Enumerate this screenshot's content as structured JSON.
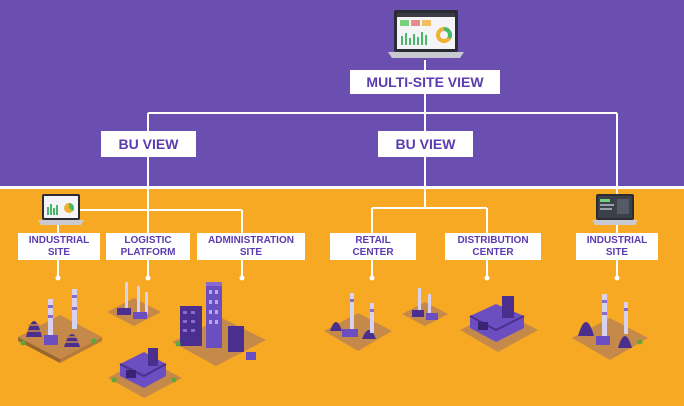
{
  "top": {
    "label": "MULTI-SITE VIEW"
  },
  "bu": [
    {
      "label": "BU VIEW"
    },
    {
      "label": "BU VIEW"
    }
  ],
  "sites": [
    {
      "label": "INDUSTRIAL\nSITE"
    },
    {
      "label": "LOGISTIC\nPLATFORM"
    },
    {
      "label": "ADMINISTRATION\nSITE"
    },
    {
      "label": "RETAIL\nCENTER"
    },
    {
      "label": "DISTRIBUTION\nCENTER"
    },
    {
      "label": "INDUSTRIAL\nSITE"
    }
  ],
  "icons": [
    "laptop-dashboard-icon",
    "industrial-plant-icon",
    "warehouse-icon",
    "office-towers-icon",
    "store-icon"
  ],
  "colors": {
    "purple": "#6a4fb0",
    "orange": "#f8a923",
    "label_text": "#5b3bb0"
  }
}
